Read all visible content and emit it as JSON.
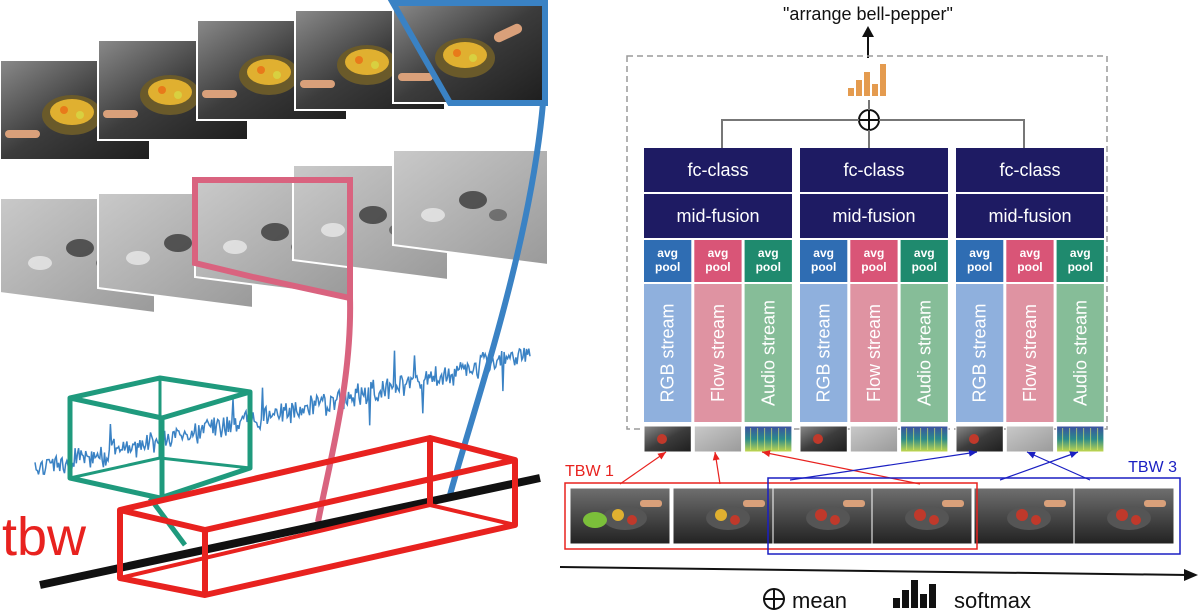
{
  "caption": "\"arrange bell-pepper\"",
  "left_label": "tbw",
  "columns": [
    {
      "fc": "fc-class",
      "fusion": "mid-fusion",
      "pools": [
        "avg\npool",
        "avg\npool",
        "avg\npool"
      ],
      "streams": [
        "RGB stream",
        "Flow stream",
        "Audio stream"
      ]
    },
    {
      "fc": "fc-class",
      "fusion": "mid-fusion",
      "pools": [
        "avg\npool",
        "avg\npool",
        "avg\npool"
      ],
      "streams": [
        "RGB stream",
        "Flow stream",
        "Audio stream"
      ]
    },
    {
      "fc": "fc-class",
      "fusion": "mid-fusion",
      "pools": [
        "avg\npool",
        "avg\npool",
        "avg\npool"
      ],
      "streams": [
        "RGB stream",
        "Flow stream",
        "Audio stream"
      ]
    }
  ],
  "tbw_labels": {
    "first": "TBW 1",
    "last": "TBW 3"
  },
  "legend": {
    "mean": "mean",
    "softmax": "softmax"
  },
  "colors": {
    "navy": "#1e1b63",
    "rgb_pool": "#2f6db3",
    "flow_pool": "#d95577",
    "audio_pool": "#1f8a6e",
    "rgb_stream": "#8fb0dd",
    "flow_stream": "#df93a2",
    "audio_stream": "#86bd98",
    "tbw_red": "#e8221f",
    "tbw_blue": "#1a1fc2",
    "cube_green": "#1f9a7d",
    "link_blue": "#3a82c4",
    "link_pink": "#d9637f",
    "softmax_orange": "#e49b4f"
  },
  "icons": [
    "circled-plus-icon",
    "softmax-bars-icon"
  ]
}
